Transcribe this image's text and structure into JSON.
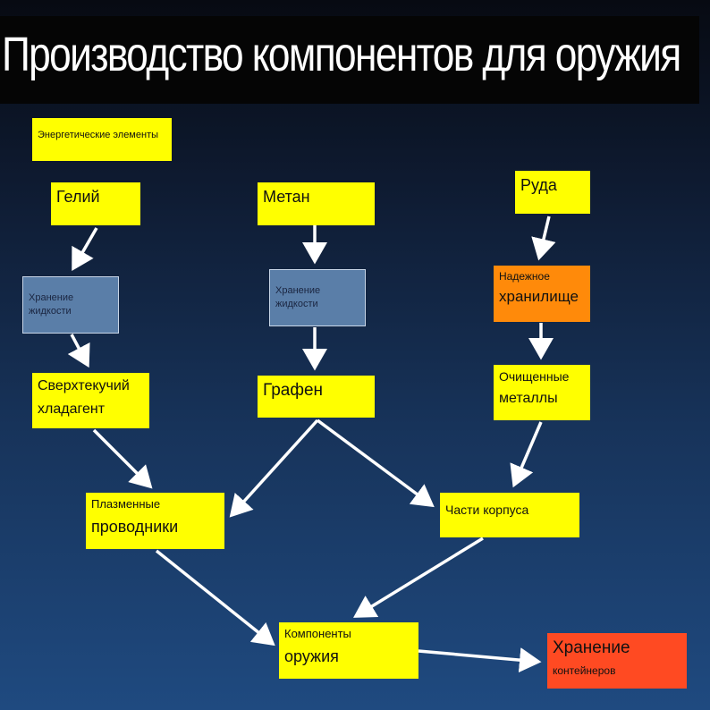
{
  "title": "Производство компонентов для оружия",
  "nodes": {
    "energy": "Энергетические элементы",
    "helium": "Гелий",
    "methane": "Метан",
    "ore": "Руда",
    "storage_liquid_1": "Хранение жидкости",
    "storage_liquid_2": "Хранение жидкости",
    "reliable_storage": {
      "line1": "Надежное",
      "line2": "хранилище"
    },
    "superfluid": {
      "line1": "Сверхтекучий",
      "line2": "хладагент"
    },
    "graphene": "Графен",
    "purified_metals": {
      "line1": "Очищенные",
      "line2": "металлы"
    },
    "plasma": {
      "line1": "Плазменные",
      "line2": "проводники"
    },
    "hull_parts": "Части корпуса",
    "weapon_components": {
      "line1": "Компоненты",
      "line2": "оружия"
    },
    "container_storage": {
      "line1": "Хранение",
      "line2": "контейнеров"
    }
  },
  "colors": {
    "yellow": "#ffff00",
    "blue": "#5a7ea8",
    "orange": "#ff8a0a",
    "red": "#ff4a22"
  }
}
